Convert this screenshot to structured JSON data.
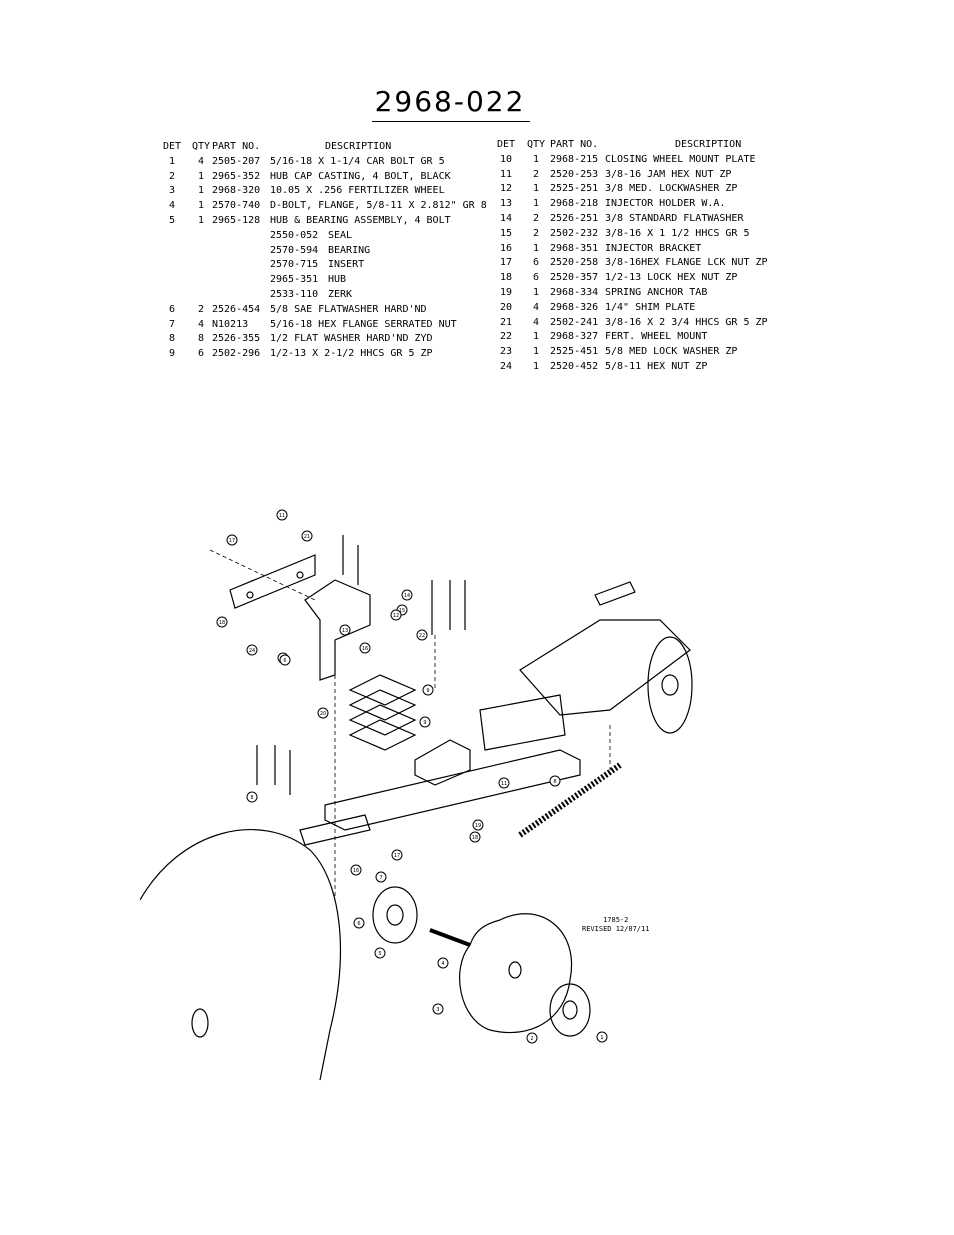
{
  "document": {
    "title": "2968-022",
    "columns": {
      "det": "DET",
      "qty": "QTY",
      "part": "PART NO.",
      "desc": "DESCRIPTION"
    },
    "left_rows": [
      {
        "det": "1",
        "qty": "4",
        "part": "2505-207",
        "desc": "5/16-18 X 1-1/4 CAR BOLT GR 5"
      },
      {
        "det": "2",
        "qty": "1",
        "part": "2965-352",
        "desc": "HUB CAP CASTING, 4 BOLT, BLACK"
      },
      {
        "det": "3",
        "qty": "1",
        "part": "2968-320",
        "desc": "10.05 X .256 FERTILIZER WHEEL"
      },
      {
        "det": "4",
        "qty": "1",
        "part": "2570-740",
        "desc": "D-BOLT, FLANGE, 5/8-11 X 2.812\" GR 8"
      },
      {
        "det": "5",
        "qty": "1",
        "part": "2965-128",
        "desc": "HUB & BEARING ASSEMBLY, 4 BOLT"
      },
      {
        "det": "",
        "qty": "",
        "part": "2550-052",
        "desc": "SEAL",
        "sub": true
      },
      {
        "det": "",
        "qty": "",
        "part": "2570-594",
        "desc": "BEARING",
        "sub": true
      },
      {
        "det": "",
        "qty": "",
        "part": "2570-715",
        "desc": "INSERT",
        "sub": true
      },
      {
        "det": "",
        "qty": "",
        "part": "2965-351",
        "desc": "HUB",
        "sub": true
      },
      {
        "det": "",
        "qty": "",
        "part": "2533-110",
        "desc": "ZERK",
        "sub": true
      },
      {
        "det": "6",
        "qty": "2",
        "part": "2526-454",
        "desc": "5/8 SAE FLATWASHER HARD'ND"
      },
      {
        "det": "7",
        "qty": "4",
        "part": "N10213",
        "desc": "5/16-18 HEX FLANGE SERRATED NUT"
      },
      {
        "det": "8",
        "qty": "8",
        "part": "2526-355",
        "desc": "1/2 FLAT WASHER HARD'ND ZYD"
      },
      {
        "det": "9",
        "qty": "6",
        "part": "2502-296",
        "desc": "1/2-13 X 2-1/2 HHCS GR 5 ZP"
      }
    ],
    "right_rows": [
      {
        "det": "10",
        "qty": "1",
        "part": "2968-215",
        "desc": "CLOSING WHEEL MOUNT PLATE"
      },
      {
        "det": "11",
        "qty": "2",
        "part": "2520-253",
        "desc": "3/8-16 JAM HEX NUT ZP"
      },
      {
        "det": "12",
        "qty": "1",
        "part": "2525-251",
        "desc": "3/8 MED. LOCKWASHER ZP"
      },
      {
        "det": "13",
        "qty": "1",
        "part": "2968-218",
        "desc": "INJECTOR HOLDER W.A."
      },
      {
        "det": "14",
        "qty": "2",
        "part": "2526-251",
        "desc": "3/8 STANDARD FLATWASHER"
      },
      {
        "det": "15",
        "qty": "2",
        "part": "2502-232",
        "desc": "3/8-16 X 1 1/2 HHCS GR 5"
      },
      {
        "det": "16",
        "qty": "1",
        "part": "2968-351",
        "desc": "INJECTOR BRACKET"
      },
      {
        "det": "17",
        "qty": "6",
        "part": "2520-258",
        "desc": "3/8-16HEX FLANGE LCK NUT ZP"
      },
      {
        "det": "18",
        "qty": "6",
        "part": "2520-357",
        "desc": "1/2-13 LOCK HEX NUT ZP"
      },
      {
        "det": "19",
        "qty": "1",
        "part": "2968-334",
        "desc": "SPRING ANCHOR TAB"
      },
      {
        "det": "20",
        "qty": "4",
        "part": "2968-326",
        "desc": "1/4\" SHIM PLATE"
      },
      {
        "det": "21",
        "qty": "4",
        "part": "2502-241",
        "desc": "3/8-16 X 2 3/4 HHCS GR 5 ZP"
      },
      {
        "det": "22",
        "qty": "1",
        "part": "2968-327",
        "desc": "FERT. WHEEL MOUNT"
      },
      {
        "det": "23",
        "qty": "1",
        "part": "2525-451",
        "desc": "5/8 MED LOCK WASHER ZP"
      },
      {
        "det": "24",
        "qty": "1",
        "part": "2520-452",
        "desc": "5/8-11 HEX NUT ZP"
      }
    ],
    "drawing": {
      "note_line1": "1785-2",
      "note_line2": "REVISED 12/07/11",
      "callouts": [
        "17",
        "11",
        "21",
        "15",
        "14",
        "12",
        "22",
        "13",
        "18",
        "24",
        "23",
        "6",
        "16",
        "9",
        "20",
        "9",
        "11",
        "8",
        "19",
        "18",
        "16",
        "8",
        "17",
        "7",
        "6",
        "5",
        "4",
        "3",
        "2",
        "1"
      ]
    }
  }
}
